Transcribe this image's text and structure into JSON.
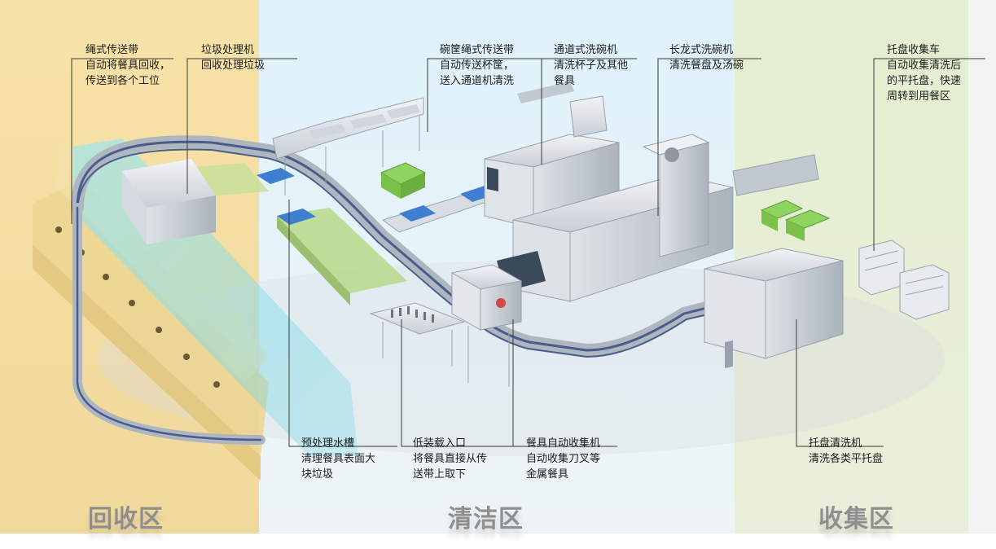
{
  "zones": {
    "recycle": "回收区",
    "clean": "清洁区",
    "collect": "收集区"
  },
  "labels": {
    "rope_conveyor": {
      "lines": [
        "绳式传送带",
        "自动将餐具回收，",
        "传送到各个工位"
      ]
    },
    "garbage_processor": {
      "lines": [
        "垃圾处理机",
        "回收处理垃圾"
      ]
    },
    "basket_rope_conveyor": {
      "lines": [
        "碗筐绳式传送带",
        "自动传送杯筐，",
        "送入通道机清洗"
      ]
    },
    "channel_dishwasher": {
      "lines": [
        "通道式洗碗机",
        "清洗杯子及其他",
        "餐具"
      ]
    },
    "flight_dishwasher": {
      "lines": [
        "长龙式洗碗机",
        "清洗餐盘及汤碗"
      ]
    },
    "tray_cart": {
      "lines": [
        "托盘收集车",
        "自动收集清洗后",
        "的平托盘，快速",
        "周转到用餐区"
      ]
    },
    "pre_sink": {
      "lines": [
        "预处理水槽",
        "清理餐具表面大",
        "块垃圾"
      ]
    },
    "low_loading": {
      "lines": [
        "低装载入口",
        "将餐具直接从传",
        "送带上取下"
      ]
    },
    "cutlery_collector": {
      "lines": [
        "餐具自动收集机",
        "自动收集刀叉等",
        "金属餐具"
      ]
    },
    "tray_washer": {
      "lines": [
        "托盘清洗机",
        "清洗各类平托盘"
      ]
    }
  },
  "colors": {
    "recycle_zone": "#f4dca0",
    "clean_zone": "#e3f2fa",
    "collect_zone": "#e5efd3",
    "leader_line": "#3a3a3a",
    "basket_blue": "#3f7fd0",
    "green_bin": "#8fd460",
    "zone_title": "#8f8f8f"
  }
}
